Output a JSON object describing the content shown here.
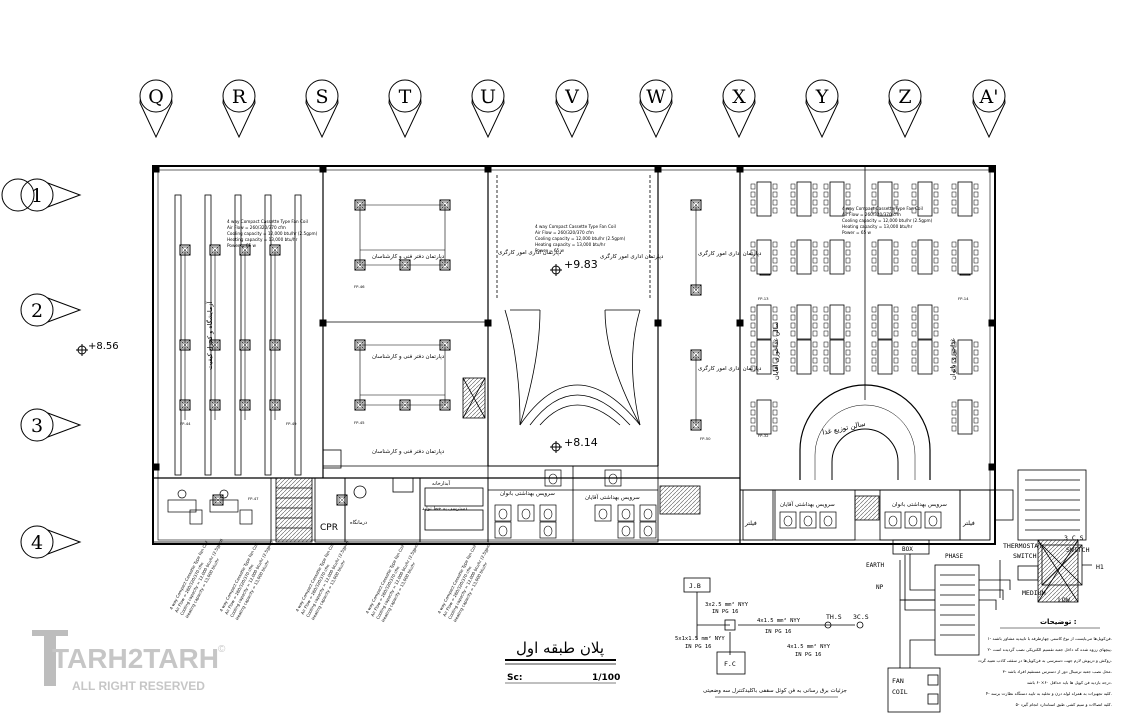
{
  "grid_columns": [
    "Q",
    "R",
    "S",
    "T",
    "U",
    "V",
    "W",
    "X",
    "Y",
    "Z",
    "A'"
  ],
  "grid_rows": [
    "1",
    "2",
    "3",
    "4"
  ],
  "levels": [
    "+8.56",
    "+9.83",
    "+8.14"
  ],
  "fan_coil_spec": {
    "line1": "4 way Compact Cassette Type Fan Coil",
    "line2": "Air Flow = 260/320/370 cfm",
    "line3": "Cooling capacity = 12,000 btu/hr (2.5gpm)",
    "line4": "Heating capacity = 13,000 btu/hr",
    "line5": "Power = 65 w"
  },
  "room_labels": {
    "rear_1": "دپارتمان دفتر فنی و کارشناسان",
    "rear_2": "دپارتمان دفتر فنی و کارشناسان",
    "rear_3": "دپارتمان دفتر فنی و کارشناسان",
    "office_1": "دپارتمان اداری امور کارگری",
    "office_2": "دپارتمان اداری امور کارگری",
    "office_3": "دپارتمان اداری امور کارگری",
    "office_4": "دپارتمان اداری امور کارگری",
    "lab": "آزمایشگاه و کنترل کیفیت",
    "dining": "سالن توزیع غذا",
    "women_restroom": "سرویس بهداشتی بانوان",
    "men_restroom": "سرویس بهداشتی آقایان",
    "cafeteria": "سالن غذاخوری آقایان",
    "cafeteria_2": "غذاخوری بانوان",
    "filter_1": "فیلتر",
    "filter_2": "فیلتر",
    "access": "دسترسی به خط تولید",
    "infirmary": "درمانگاه",
    "store": "آبدارخانه",
    "cpr": "CPR"
  },
  "fan_coil_tags": [
    "FP-46",
    "FP-45",
    "FP-44",
    "FP-49",
    "FP-48",
    "FP-47",
    "FP-50",
    "FP-13",
    "FP-14",
    "FP-32",
    "FP-48"
  ],
  "plan_title": "پلان طبقه اول",
  "scale": {
    "label": "Sc:",
    "value": "1/100"
  },
  "wiring": {
    "jb": "J.B",
    "c1": "3x2.5 mm² NYY",
    "c1b": "IN PG 16",
    "c2": "4x1.5 mm² NYY",
    "c2b": "IN PG 16",
    "c3": "5x1x1.5 mm² NYY",
    "c3b": "IN PG 16",
    "c4": "4x1.5 mm² NYY",
    "c4b": "IN PG 16",
    "ths": "TH.S",
    "css": "3C.S",
    "fc": "F.C",
    "caption": "جزئیات برق رسانی به فن کوئل سقفی باکلیدکنترل سه وضعیتی"
  },
  "controller": {
    "thermostat": "THERMOSTAT",
    "switch": "SWITCH",
    "sw3c": "3 C.S",
    "switch2": "SWITCH",
    "box": "BOX",
    "phase": "PHASE",
    "earth": "EARTH",
    "np": "NP",
    "h1": "H1",
    "medium": "MEDIUM",
    "low": "LOW",
    "fan": "FAN",
    "coil": "COIL"
  },
  "notes": {
    "title": "توضیحات :",
    "lines": [
      "۱- فن‌کویل‌ها می‌بایست از نوع کاستی چهارطرفه با تاییدیه مشاور باشند.",
      "۲- پیچهای رزوه شده که داخل جعبه تقسیم الکتریکی نصب گردیده است.",
      "روکش و درپوش لازم جهت دسترسی به فن‌کویل‌ها در سقف کاذب تعبیه گردد.",
      "۳- محل نصب جعبه ترمینال دور از دسترس مستقیم افراد باشد.",
      "درجه بازدید فن کویل ها باید حداقل ۶۰×۶۰ باشد.",
      "۴- کلیه تجهیزات به همراه لوله درن و تخلیه به تایید دستگاه نظارت برسد.",
      "۵- کلیه اتصالات و سیم کشی طبق استاندارد انجام گیرد."
    ]
  },
  "watermark": {
    "brand": "TARH2TARH",
    "rights": "ALL RIGHT RESERVED",
    "mark": "©"
  }
}
